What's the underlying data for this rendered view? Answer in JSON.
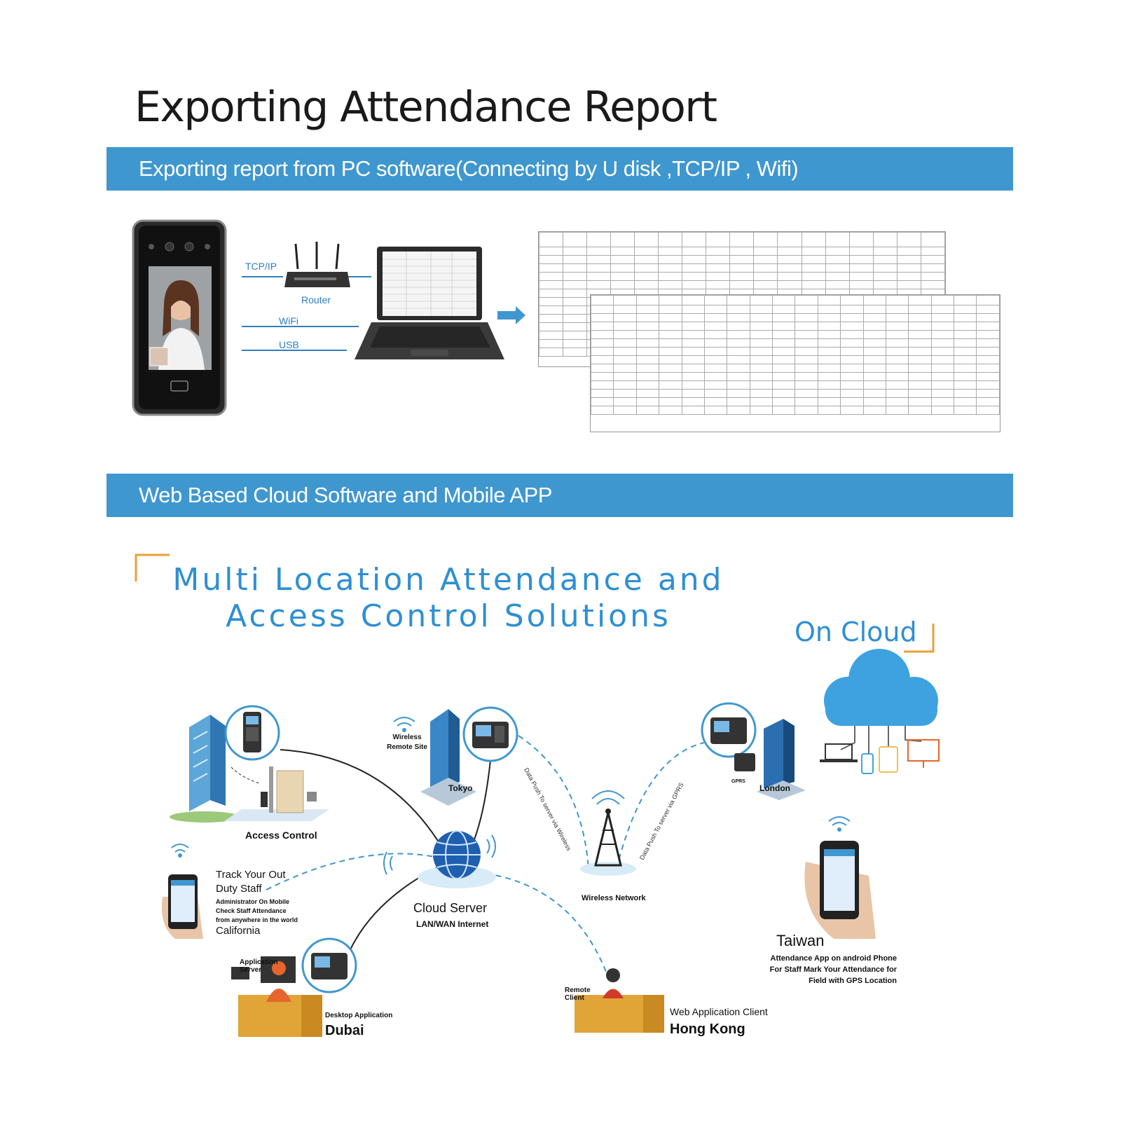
{
  "header": {
    "title": "Exporting Attendance Report"
  },
  "bands": {
    "pc": "Exporting report from PC software(Connecting by U disk ,TCP/IP , Wifi)",
    "cloud": "Web Based Cloud Software and Mobile APP"
  },
  "pc_section": {
    "labels": {
      "tcpip": "TCP/IP",
      "router": "Router",
      "wifi": "WiFi",
      "usb": "USB"
    }
  },
  "cloud_section": {
    "headline_line1": "Multi Location Attendance and",
    "headline_line2": "Access Control Solutions",
    "on_cloud": "On Cloud",
    "nodes": {
      "access_control": "Access Control",
      "wireless_remote_site": "Wireless Remote Site",
      "tokyo": "Tokyo",
      "london": "London",
      "gprs": "GPRS",
      "cloud_server": "Cloud Server",
      "lan_wan": "LAN/WAN Internet",
      "wireless_network": "Wireless Network",
      "push_wireless": "Data Push To server via Wireless",
      "push_gprs": "Data Push To server via GPRS",
      "track_line1": "Track Your Out",
      "track_line2": "Duty Staff",
      "admin_line1": "Administrator On Mobile",
      "admin_line2": "Check Staff Attendance",
      "admin_line3": "from anywhere in the world",
      "california": "California",
      "application_server": "Application Server",
      "desktop_app": "Desktop Application",
      "dubai": "Dubai",
      "remote_client": "Remote Client",
      "web_app_client": "Web Application Client",
      "hong_kong": "Hong Kong",
      "taiwan": "Taiwan",
      "taiwan_line1": "Attendance App on android Phone",
      "taiwan_line2": "For Staff Mark Your Attendance for",
      "taiwan_line3": "Field with GPS Location"
    }
  },
  "colors": {
    "accent": "#3f97cf",
    "headline": "#2e8fd3",
    "bracket": "#e8a03a"
  }
}
